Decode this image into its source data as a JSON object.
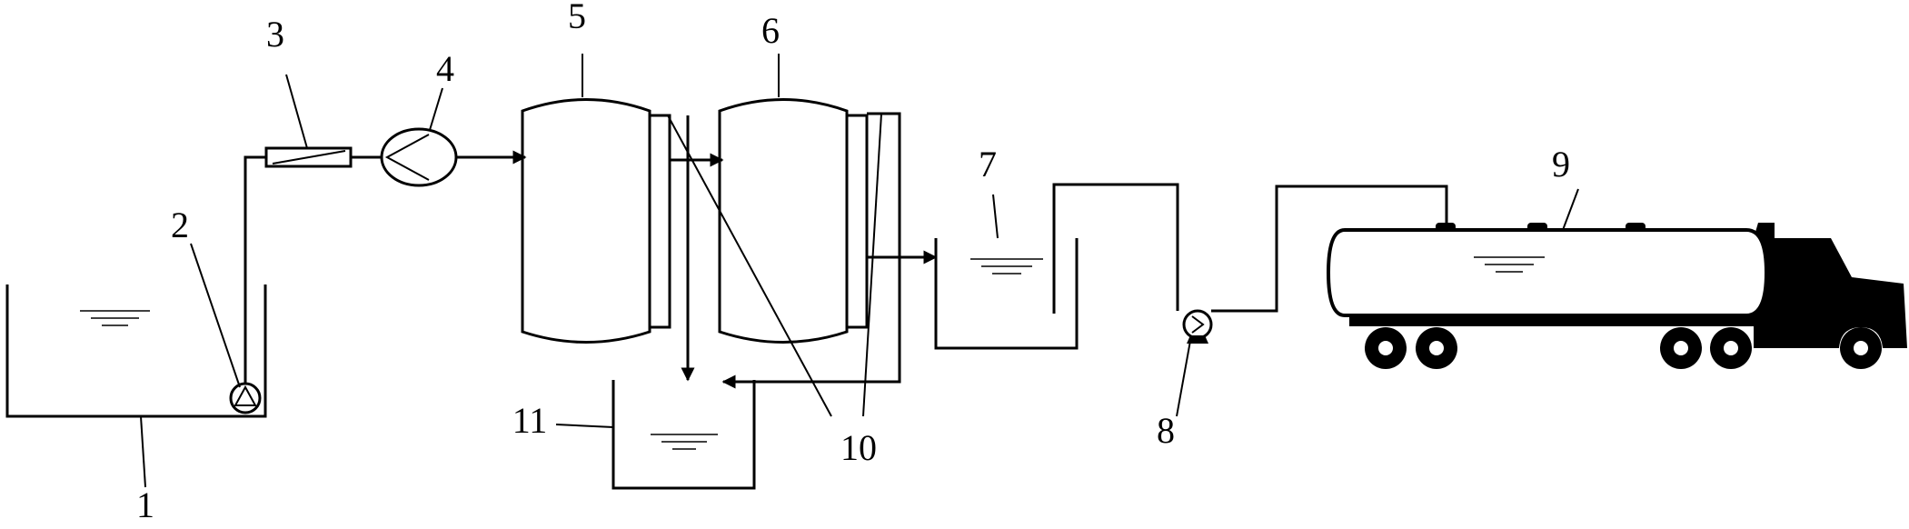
{
  "labels": {
    "n1": "1",
    "n2": "2",
    "n3": "3",
    "n4": "4",
    "n5": "5",
    "n6": "6",
    "n7": "7",
    "n8": "8",
    "n9": "9",
    "n10": "10",
    "n11": "11"
  }
}
